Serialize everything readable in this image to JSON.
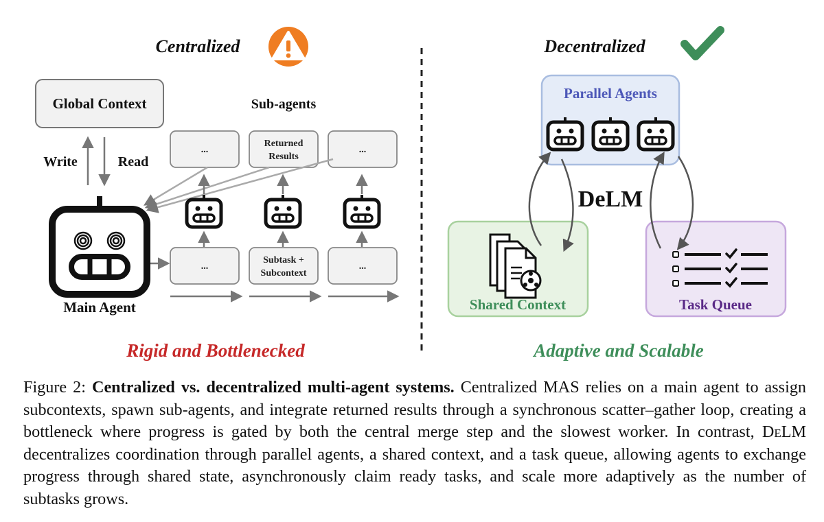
{
  "centralized": {
    "title": "Centralized",
    "global_context": "Global Context",
    "write_label": "Write",
    "read_label": "Read",
    "subagents_label": "Sub-agents",
    "ellipsis": "...",
    "returned_results": [
      "Returned",
      "Results"
    ],
    "subtask_subcontext": [
      "Subtask +",
      "Subcontext"
    ],
    "main_agent": "Main Agent",
    "verdict": "Rigid and Bottlenecked",
    "verdict_color": "#c62828",
    "warning_color": "#ef7d22"
  },
  "decentralized": {
    "title": "Decentralized",
    "parallel_agents": "Parallel Agents",
    "delm": "DeLM",
    "shared_context": "Shared Context",
    "task_queue": "Task Queue",
    "verdict": "Adaptive and Scalable",
    "verdict_color": "#3e8e5a",
    "check_color": "#3e8e5a"
  },
  "caption": {
    "figure_label": "Figure 2:",
    "bold_title": "Centralized vs. decentralized multi-agent systems.",
    "part1": "Centralized MAS relies on a main agent to assign subcontexts, spawn sub-agents, and integrate returned results through a synchronous scatter–gather loop, creating a bottleneck where progress is gated by both the central merge step and the slowest worker. In contrast,",
    "delm_name": "DeLM",
    "part2": "decentralizes coordination through parallel agents, a shared context, and a task queue, allowing agents to exchange progress through shared state, asynchronously claim ready tasks, and scale more adaptively as the number of subtasks grows."
  }
}
